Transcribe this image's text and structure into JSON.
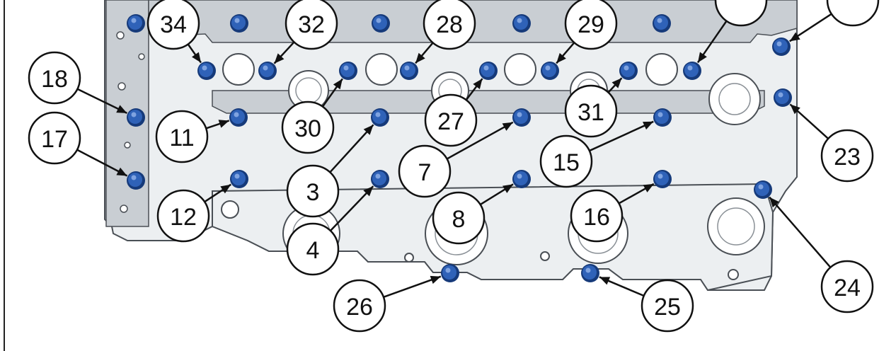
{
  "diagram": {
    "colors": {
      "casting": "#eceff1",
      "casting_shade": "#c9ced3",
      "casting_edge": "#4a4f55",
      "bolt": "#2f62b8",
      "bolt_edge": "#163a7a",
      "callout_line": "#111111",
      "callout_fill": "#ffffff"
    },
    "part": "cylinder-head",
    "bolt_callouts": [
      {
        "id": "b34",
        "number": "34"
      },
      {
        "id": "b32",
        "number": "32"
      },
      {
        "id": "b28",
        "number": "28"
      },
      {
        "id": "b29",
        "number": "29"
      },
      {
        "id": "b18",
        "number": "18"
      },
      {
        "id": "b17",
        "number": "17"
      },
      {
        "id": "b11",
        "number": "11"
      },
      {
        "id": "b12",
        "number": "12"
      },
      {
        "id": "b30",
        "number": "30"
      },
      {
        "id": "b27",
        "number": "27"
      },
      {
        "id": "b31",
        "number": "31"
      },
      {
        "id": "b23",
        "number": "23"
      },
      {
        "id": "b3",
        "number": "3"
      },
      {
        "id": "b4",
        "number": "4"
      },
      {
        "id": "b7",
        "number": "7"
      },
      {
        "id": "b8",
        "number": "8"
      },
      {
        "id": "b15",
        "number": "15"
      },
      {
        "id": "b16",
        "number": "16"
      },
      {
        "id": "b24",
        "number": "24"
      },
      {
        "id": "b26",
        "number": "26"
      },
      {
        "id": "b25",
        "number": "25"
      },
      {
        "id": "b-top-a",
        "number": ""
      },
      {
        "id": "b-top-b",
        "number": ""
      }
    ]
  }
}
